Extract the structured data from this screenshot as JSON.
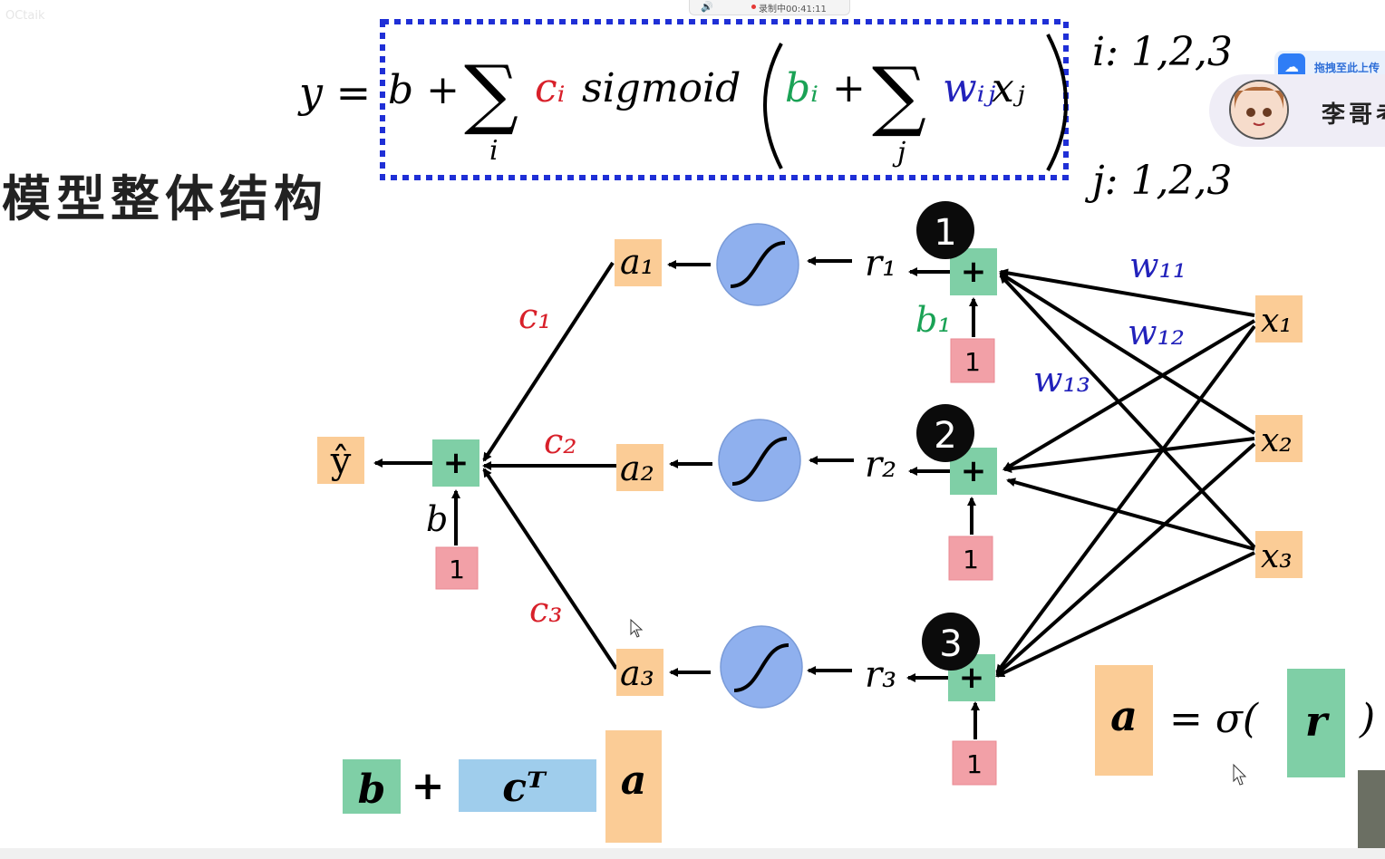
{
  "overlay": {
    "watermark": "OCtaik",
    "recording_label": "录制中00:41:11",
    "upload_label": "拖拽至此上传",
    "user_name": "李哥考"
  },
  "colors": {
    "plus_green": "#7fcfa6",
    "one_pink": "#f2a0a7",
    "var_orange": "#fbcc96",
    "sigmoid_blue": "#8fb0ee",
    "vec_blue": "#9fcdec",
    "label_red": "#d8202a",
    "label_green": "#1aa255",
    "label_blue": "#2222bb",
    "dash_blue": "#1f2fd6"
  },
  "formula": {
    "lhs": "y =",
    "b": "b +",
    "sum": "∑",
    "sum_index_i": "i",
    "c_i": "cᵢ",
    "sigmoid": "sigmoid",
    "b_i": "bᵢ",
    "plus": "+",
    "sum_index_j": "j",
    "w_ij": "wᵢⱼ",
    "x_j": "xⱼ",
    "i_range": "i: 1,2,3",
    "j_range": "j: 1,2,3"
  },
  "diagram": {
    "title": "模型整体结构",
    "y_hat": "ŷ",
    "plus": "+",
    "one": "1",
    "b": "b",
    "a_nodes": [
      "a₁",
      "a₂",
      "a₃"
    ],
    "c_labels": [
      "c₁",
      "c₂",
      "c₃"
    ],
    "r_labels": [
      "r₁",
      "r₂",
      "r₃"
    ],
    "x_nodes": [
      "x₁",
      "x₂",
      "x₃"
    ],
    "b1_label": "b₁",
    "w_labels": [
      "w₁₁",
      "w₁₂",
      "w₁₃"
    ],
    "badges": [
      "1",
      "2",
      "3"
    ]
  },
  "vector_eq": {
    "b": "b",
    "plus": "+",
    "cT": "cᵀ",
    "a": "a",
    "a_rhs": "a",
    "eq_sigma": "= σ(",
    "r": "r",
    "close": ")"
  }
}
